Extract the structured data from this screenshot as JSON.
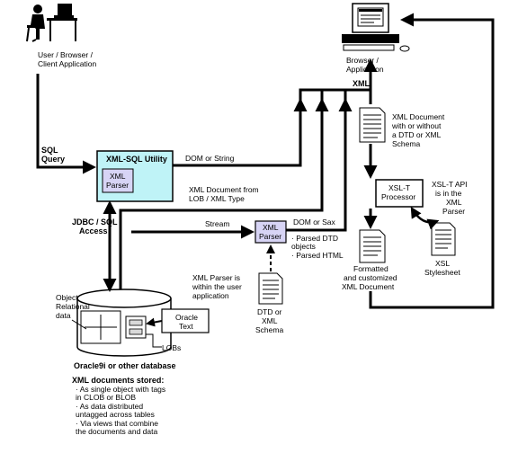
{
  "nodes": {
    "user": {
      "label_lines": [
        "User / Browser /",
        "Client Application"
      ]
    },
    "browser": {
      "label_lines": [
        "Browser /",
        "Application"
      ]
    },
    "xml_sql_utility": {
      "title": "XML-SQL Utility",
      "inner_lines": [
        "XML",
        "Parser"
      ],
      "fill": "#bff3f7"
    },
    "xml_parser_mid": {
      "label_lines": [
        "XML",
        "Parser"
      ],
      "fill": "#d7d4f5"
    },
    "xslt_processor": {
      "label_lines": [
        "XSL-T",
        "Processor"
      ]
    },
    "oracle_text": {
      "label_lines": [
        "Oracle",
        "Text"
      ]
    },
    "database": {
      "caption": "Oracle9i or other database",
      "object_relational_lines": [
        "Object",
        "Relational",
        "data"
      ],
      "lobs_label": "LOBs"
    },
    "xml_doc_top": {
      "label_lines": [
        "XML Document",
        "with or without",
        "a DTD or XML",
        "Schema"
      ]
    },
    "xml_doc_formatted": {
      "label_lines": [
        "Formatted",
        "and customized",
        "XML Document"
      ]
    },
    "xsl_stylesheet": {
      "label_lines": [
        "XSL",
        "Stylesheet"
      ]
    },
    "dtd_doc": {
      "label_lines": [
        "DTD or",
        "XML",
        "Schema"
      ]
    }
  },
  "edge_labels": {
    "sql_query": [
      "SQL",
      "Query"
    ],
    "xml": "XML",
    "dom_or_string": "DOM or String",
    "xml_from_lob": [
      "XML Document from",
      "LOB / XML Type"
    ],
    "jdbc_sql": [
      "JDBC / SQL",
      "Access"
    ],
    "stream": "Stream",
    "dom_or_sax": "DOM or Sax",
    "parsed_outputs": [
      "· Parsed DTD",
      "  objects",
      "· Parsed HTML"
    ],
    "xml_parser_note": [
      "XML Parser is",
      "within the user",
      "application"
    ],
    "xslt_api_note": [
      "XSL-T API",
      "is in the",
      "XML",
      "Parser"
    ]
  },
  "notes": {
    "storage_title": "XML documents stored:",
    "storage_items": [
      "· As single object with tags",
      "  in CLOB or BLOB",
      "· As data distributed",
      "  untagged across tables",
      "· Via views that combine",
      "  the documents and data"
    ]
  }
}
